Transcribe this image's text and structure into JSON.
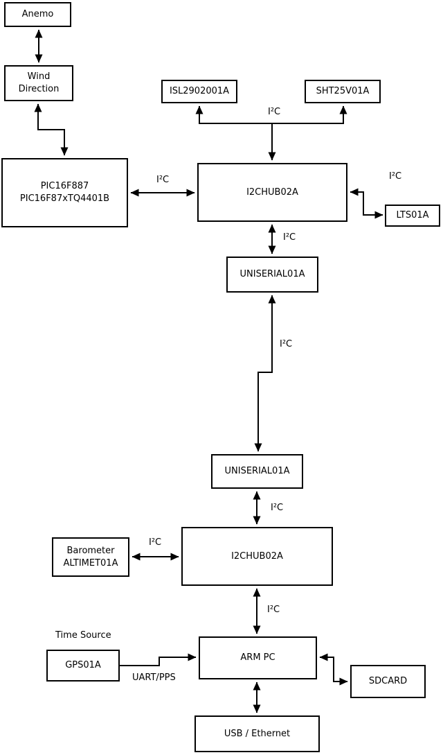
{
  "nodes": {
    "anemo": {
      "label": "Anemo"
    },
    "wind_direction": {
      "label": "Wind\nDirection"
    },
    "pic": {
      "label": "PIC16F887\nPIC16F87xTQ4401B"
    },
    "isl": {
      "label": "ISL2902001A"
    },
    "sht": {
      "label": "SHT25V01A"
    },
    "hub1": {
      "label": "I2CHUB02A"
    },
    "lts": {
      "label": "LTS01A"
    },
    "uniserial1": {
      "label": "UNISERIAL01A"
    },
    "uniserial2": {
      "label": "UNISERIAL01A"
    },
    "hub2": {
      "label": "I2CHUB02A"
    },
    "barometer": {
      "label": "Barometer\nALTIMET01A"
    },
    "gps": {
      "label": "GPS01A"
    },
    "arm_pc": {
      "label": "ARM PC"
    },
    "sdcard": {
      "label": "SDCARD"
    },
    "usb_ethernet": {
      "label": "USB / Ethernet"
    }
  },
  "labels": {
    "i2c_sensors": "I²C",
    "i2c_pic_hub1": "I²C",
    "i2c_hub1_lts": "I²C",
    "i2c_hub1_uniserial1": "I²C",
    "i2c_uniserial_link": "I²C",
    "i2c_uniserial2_hub2": "I²C",
    "i2c_barometer_hub2": "I²C",
    "i2c_hub2_armpc": "I²C",
    "time_source": "Time Source",
    "uart_pps": "UART/PPS"
  },
  "colors": {
    "background": "#ffffff",
    "line": "#000000",
    "box_border": "#000000",
    "text": "#000000"
  }
}
